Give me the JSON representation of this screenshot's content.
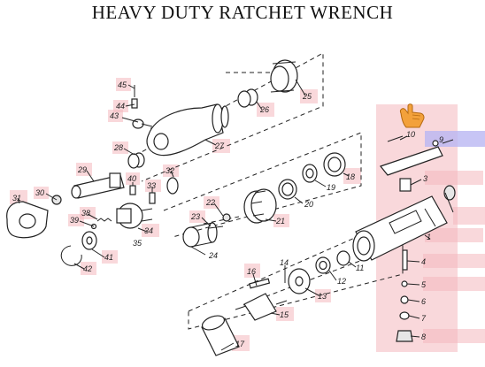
{
  "title": "HEAVY DUTY RATCHET WRENCH",
  "labels": {
    "p1": "1",
    "p3": "3",
    "p4": "4",
    "p5": "5",
    "p6": "6",
    "p7": "7",
    "p8": "8",
    "p9": "9",
    "p10": "10",
    "p11": "11",
    "p12": "12",
    "p13": "13",
    "p14": "14",
    "p15": "15",
    "p16": "16",
    "p17": "17",
    "p18": "18",
    "p19": "19",
    "p20": "20",
    "p21": "21",
    "p22": "22",
    "p23": "23",
    "p24": "24",
    "p25": "25",
    "p26": "26",
    "p27": "27",
    "p28": "28",
    "p29": "29",
    "p30": "30",
    "p31": "31",
    "p32": "32",
    "p33": "33",
    "p34": "34",
    "p35": "35",
    "p38": "38",
    "p39": "39",
    "p40": "40",
    "p41": "41",
    "p42": "42",
    "p43": "43",
    "p44": "44",
    "p45": "45"
  },
  "colors": {
    "highlight": "#f4b8bd",
    "highlight_selected": "#b9b6f3",
    "pointer": "#f3a13b"
  },
  "icons": {
    "pointer": "hand-pointer-icon"
  }
}
